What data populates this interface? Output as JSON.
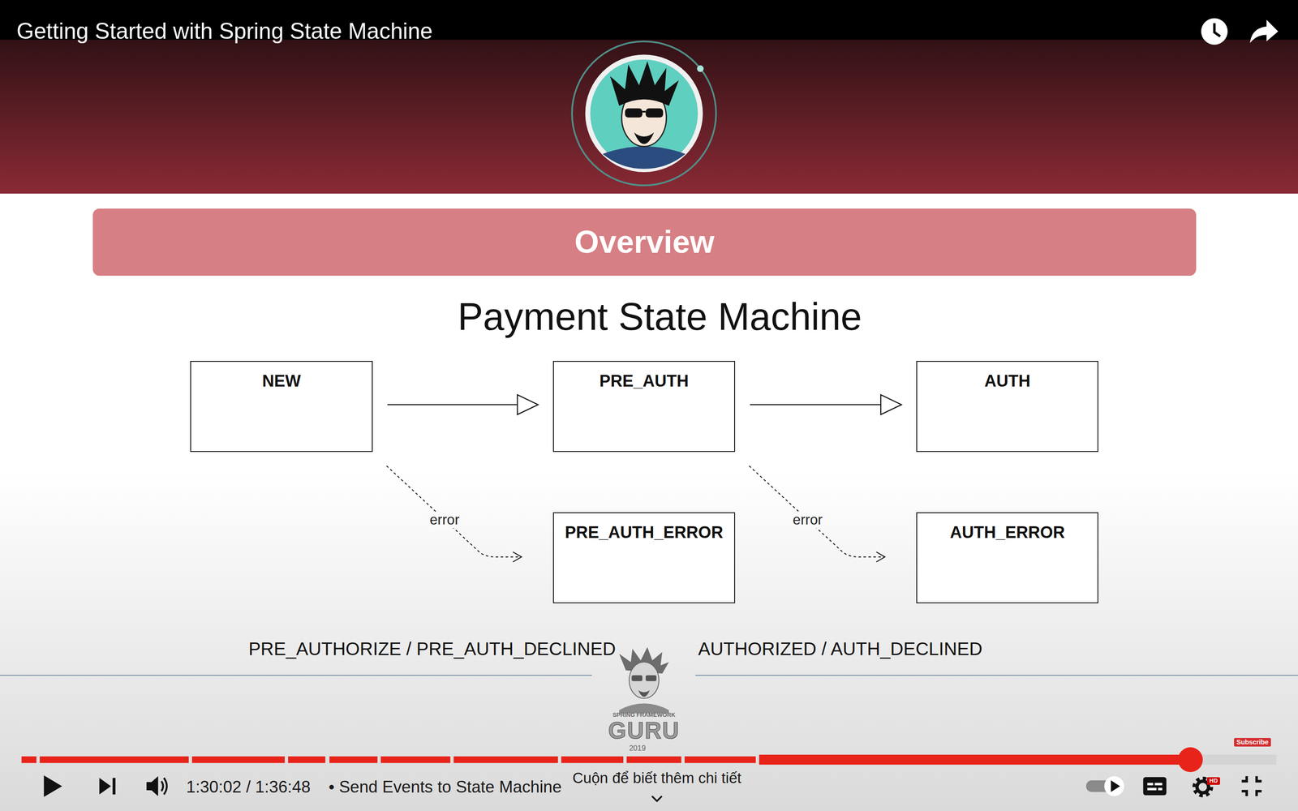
{
  "diagram": {
    "title": "Payment State Machine",
    "nodes": [
      {
        "text": [
          "Overview"
        ]
      },
      {
        "text": [
          "NEW"
        ]
      },
      {
        "text": [
          "PRE_AUTH"
        ]
      },
      {
        "text": [
          "AUTH"
        ]
      },
      {
        "text": [
          "PRE_AUTH_ERROR"
        ]
      },
      {
        "text": [
          "AUTH_ERROR"
        ]
      }
    ],
    "edges": [
      {
        "from": 1,
        "to": 2,
        "arrow": "to"
      },
      {
        "from": 2,
        "to": 3,
        "arrow": "to"
      },
      {
        "from": 1,
        "to": 4,
        "label": "error",
        "arrow": "to"
      },
      {
        "from": 2,
        "to": 5,
        "label": "error",
        "arrow": "to"
      }
    ],
    "labels": [
      "Getting Started with Spring State Machine",
      "PRE_AUTHORIZE / PRE_AUTH_DECLINED",
      "AUTHORIZED / AUTH_DECLINED",
      "SPRING FRAMEWORK",
      "GURU",
      "2019",
      "Subscribe",
      "1:30:02 / 1:36:48",
      "• Send Events to State Machine",
      "Cuộn để biết thêm chi tiết",
      "HD"
    ]
  }
}
